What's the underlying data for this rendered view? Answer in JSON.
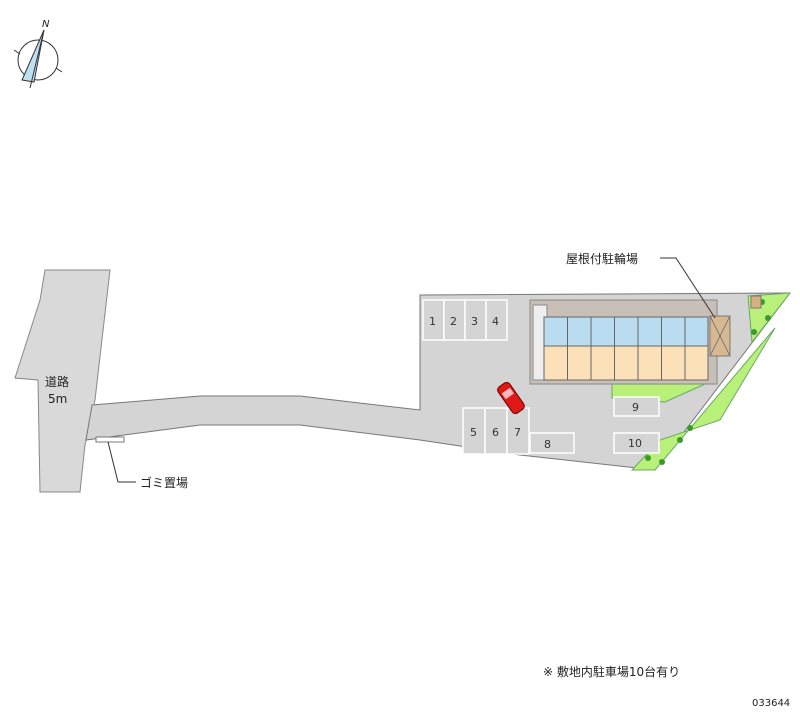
{
  "compass": {
    "label": "N"
  },
  "road": {
    "name": "道路",
    "width": "5m"
  },
  "labels": {
    "bike_shelter": "屋根付駐輪場",
    "garbage": "ゴミ置場",
    "parking_note": "※ 敷地内駐車場10台有り",
    "map_id": "033644"
  },
  "parking_spaces": [
    "1",
    "2",
    "3",
    "4",
    "5",
    "6",
    "7",
    "8",
    "9",
    "10"
  ],
  "colors": {
    "ground": "#d4d4d4",
    "road": "#d9d9d9",
    "green": "#b8f07a",
    "unit_blue": "#b9dcf0",
    "unit_peach": "#fbe0b8",
    "car": "#e01818"
  }
}
